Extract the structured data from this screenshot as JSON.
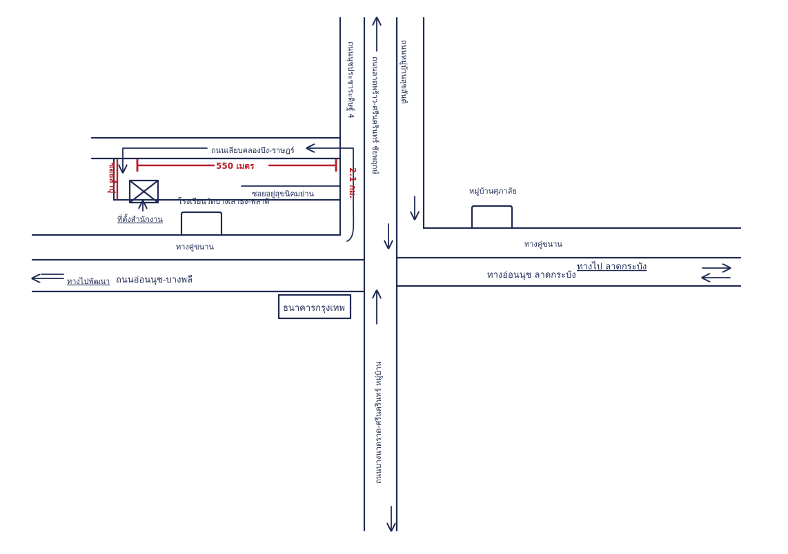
{
  "colors": {
    "ink": "#1f2a52",
    "red": "#b8202a",
    "paper": "#ffffff"
  },
  "labels": {
    "north_road_left": "ถนนนุชประชาระดิษฐ์ 4",
    "north_road_right": "ถนนลาดพร้าว-ศรีนครินทร์ ชัยพฤกษ์",
    "north_road_east": "ถนนหมู่บ้านสุขสันต์",
    "lane_top": "ถนนเลียบคลองบึง-ราษฎร์",
    "lane_mid": "ซอยอยู่สุขนิคมย่าน",
    "distance_550": "550 เมตร",
    "distance_21km": "2.1 กม.",
    "side_lane": "ซอยลำปุ",
    "office": "ที่ตั้งสำนักงาน",
    "building_left": "โรงเรียนวัดบางเสาธง-พลาดิ",
    "building_right": "หมู่บ้านศุภาลัย",
    "frontage_left": "ทางคู่ขนาน",
    "frontage_right": "ทางคู่ขนาน",
    "main_road_left": "ถนนอ่อนนุช-บางพลี",
    "main_road_right": "ทางอ่อนนุช ลาดกระบัง",
    "to_left": "ทางไปพัฒนา",
    "to_right": "ทางไป ลาดกระบัง",
    "building_bottom": "ธนาคารกรุงเทพ",
    "south_road": "ถนนบางนาตราด-ศรีนครินทร์ หมู่บ้าน"
  }
}
